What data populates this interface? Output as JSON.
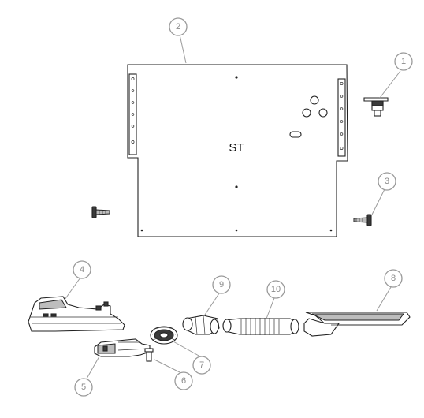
{
  "panel": {
    "label": "ST"
  },
  "callouts": [
    {
      "id": "1",
      "label": "1"
    },
    {
      "id": "2",
      "label": "2"
    },
    {
      "id": "3",
      "label": "3"
    },
    {
      "id": "4",
      "label": "4"
    },
    {
      "id": "5",
      "label": "5"
    },
    {
      "id": "6",
      "label": "6"
    },
    {
      "id": "7",
      "label": "7"
    },
    {
      "id": "8",
      "label": "8"
    },
    {
      "id": "9",
      "label": "9"
    },
    {
      "id": "10",
      "label": "10"
    }
  ]
}
